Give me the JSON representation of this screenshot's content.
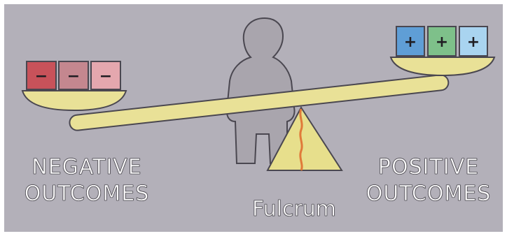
{
  "labels": {
    "negative_line1": "NEGATIVE",
    "negative_line2": "OUTCOMES",
    "positive_line1": "POSITIVE",
    "positive_line2": "OUTCOMES",
    "fulcrum": "Fulcrum"
  },
  "negative_boxes": [
    {
      "sign": "−",
      "color": "#c8525a"
    },
    {
      "sign": "−",
      "color": "#c4878f"
    },
    {
      "sign": "−",
      "color": "#e4a7ae"
    }
  ],
  "positive_boxes": [
    {
      "sign": "+",
      "color": "#5f9ed6"
    },
    {
      "sign": "+",
      "color": "#7ec08a"
    },
    {
      "sign": "+",
      "color": "#a9d4f0"
    }
  ],
  "colors": {
    "background": "#b3b0b9",
    "beam": "#e9e197",
    "pan": "#e9e197",
    "fulcrum": "#e7df8c",
    "fulcrum_line": "#e07a3a",
    "child_silhouette": "#a9a5ad",
    "outline": "#4a4750"
  },
  "icons": {
    "child": "child-silhouette-icon",
    "scale": "seesaw-scale-icon"
  }
}
